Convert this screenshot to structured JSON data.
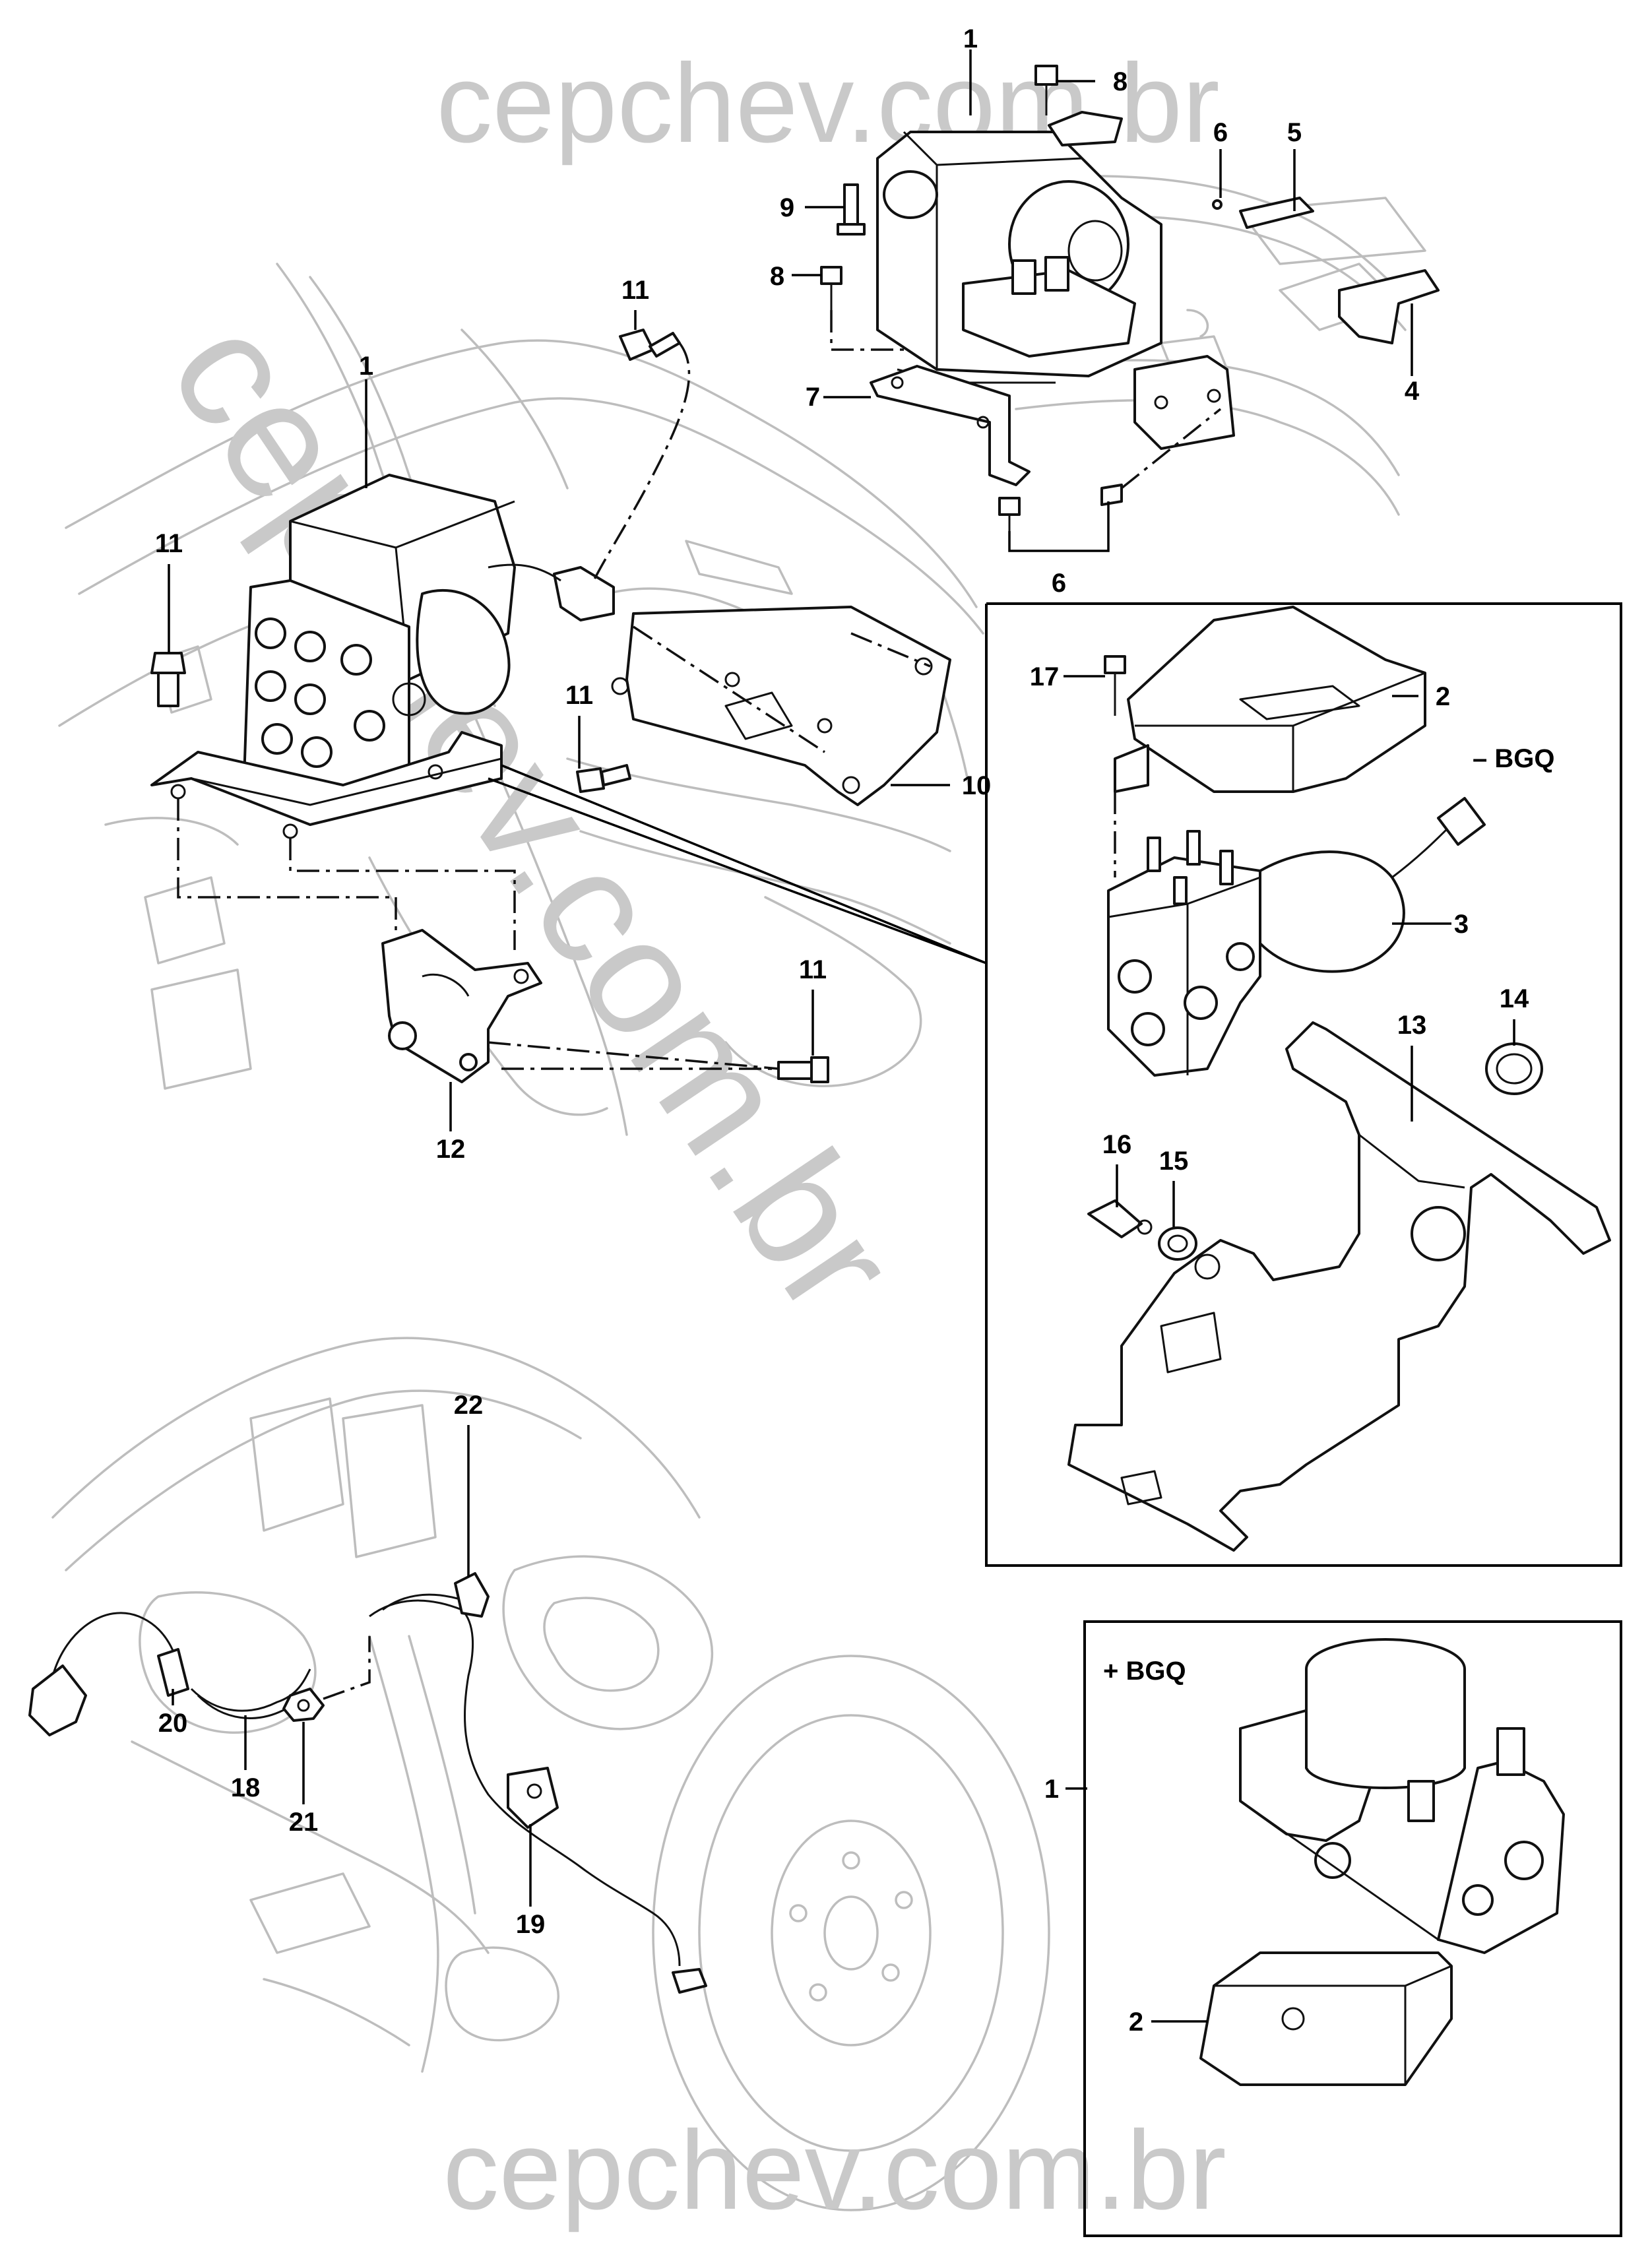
{
  "watermarks": {
    "top": "cepchev.com.br",
    "diagonal": "cepchev.com.br",
    "bottom": "cepchev.com.br"
  },
  "variant_labels": {
    "minus_bgq": "– BGQ",
    "plus_bgq": "+ BGQ"
  },
  "callouts": [
    {
      "id": "c1a",
      "text": "1"
    },
    {
      "id": "c8a",
      "text": "8"
    },
    {
      "id": "c6a",
      "text": "6"
    },
    {
      "id": "c5",
      "text": "5"
    },
    {
      "id": "c9",
      "text": "9"
    },
    {
      "id": "c8b",
      "text": "8"
    },
    {
      "id": "c11a",
      "text": "11"
    },
    {
      "id": "c7",
      "text": "7"
    },
    {
      "id": "c4",
      "text": "4"
    },
    {
      "id": "c6b",
      "text": "6"
    },
    {
      "id": "c1b",
      "text": "1"
    },
    {
      "id": "c11b",
      "text": "11"
    },
    {
      "id": "c11c",
      "text": "11"
    },
    {
      "id": "c10",
      "text": "10"
    },
    {
      "id": "c17",
      "text": "17"
    },
    {
      "id": "c2a",
      "text": "2"
    },
    {
      "id": "c3",
      "text": "3"
    },
    {
      "id": "c14",
      "text": "14"
    },
    {
      "id": "c13",
      "text": "13"
    },
    {
      "id": "c11d",
      "text": "11"
    },
    {
      "id": "c12",
      "text": "12"
    },
    {
      "id": "c16",
      "text": "16"
    },
    {
      "id": "c15",
      "text": "15"
    },
    {
      "id": "c22",
      "text": "22"
    },
    {
      "id": "c20",
      "text": "20"
    },
    {
      "id": "c18",
      "text": "18"
    },
    {
      "id": "c21",
      "text": "21"
    },
    {
      "id": "c19",
      "text": "19"
    },
    {
      "id": "c1c",
      "text": "1"
    },
    {
      "id": "c2b",
      "text": "2"
    }
  ]
}
